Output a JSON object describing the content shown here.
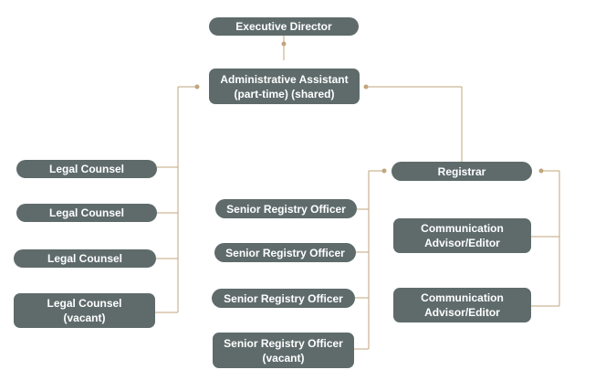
{
  "executive_director": "Executive Director",
  "admin_assistant": "Administrative Assistant\n(part-time) (shared)",
  "legal_counsel": [
    "Legal Counsel",
    "Legal Counsel",
    "Legal Counsel",
    "Legal Counsel\n(vacant)"
  ],
  "registrar": "Registrar",
  "senior_registry_officers": [
    "Senior Registry Officer",
    "Senior Registry Officer",
    "Senior Registry Officer",
    "Senior Registry Officer\n(vacant)"
  ],
  "communication_advisors": [
    "Communication\nAdvisor/Editor",
    "Communication\nAdvisor/Editor"
  ],
  "colors": {
    "box_fill": "#5f6b6b",
    "box_text": "#ffffff",
    "connector": "#c2a57c"
  }
}
